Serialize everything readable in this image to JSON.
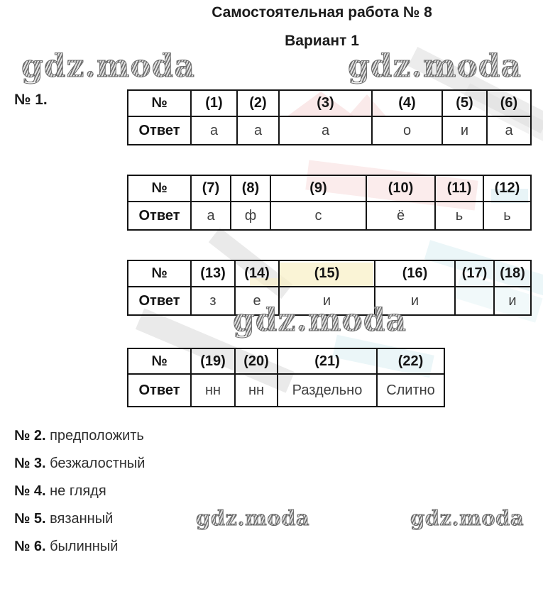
{
  "header": {
    "title": "Самостоятельная работа № 8",
    "subtitle": "Вариант 1"
  },
  "watermark_text": "gdz.moda",
  "task1": {
    "label": "№ 1.",
    "number_label": "№",
    "answer_label": "Ответ",
    "tables": [
      {
        "columns": [
          "(1)",
          "(2)",
          "(3)",
          "(4)",
          "(5)",
          "(6)"
        ],
        "answers": [
          "а",
          "а",
          "а",
          "о",
          "и",
          "а"
        ]
      },
      {
        "columns": [
          "(7)",
          "(8)",
          "(9)",
          "(10)",
          "(11)",
          "(12)"
        ],
        "answers": [
          "а",
          "ф",
          "с",
          "ё",
          "ь",
          "ь"
        ]
      },
      {
        "columns": [
          "(13)",
          "(14)",
          "(15)",
          "(16)",
          "(17)",
          "(18)"
        ],
        "answers": [
          "з",
          "е",
          "и",
          "и",
          "",
          "и"
        ]
      },
      {
        "columns": [
          "(19)",
          "(20)",
          "(21)",
          "(22)"
        ],
        "answers": [
          "нн",
          "нн",
          "Раздельно",
          "Слитно"
        ]
      }
    ]
  },
  "tasks": [
    {
      "label": "№ 2.",
      "text": "предположить"
    },
    {
      "label": "№ 3.",
      "text": "безжалостный"
    },
    {
      "label": "№ 4.",
      "text": "не глядя"
    },
    {
      "label": "№ 5.",
      "text": "вязанный"
    },
    {
      "label": "№ 6.",
      "text": "былинный"
    }
  ],
  "decor_colors": {
    "pink": "#f7dcdc",
    "yellow": "#f8efc4",
    "cyan": "#d8edf2",
    "gray": "#dcdcdc",
    "border": "#141414",
    "answer_text": "#3f3f3f"
  }
}
